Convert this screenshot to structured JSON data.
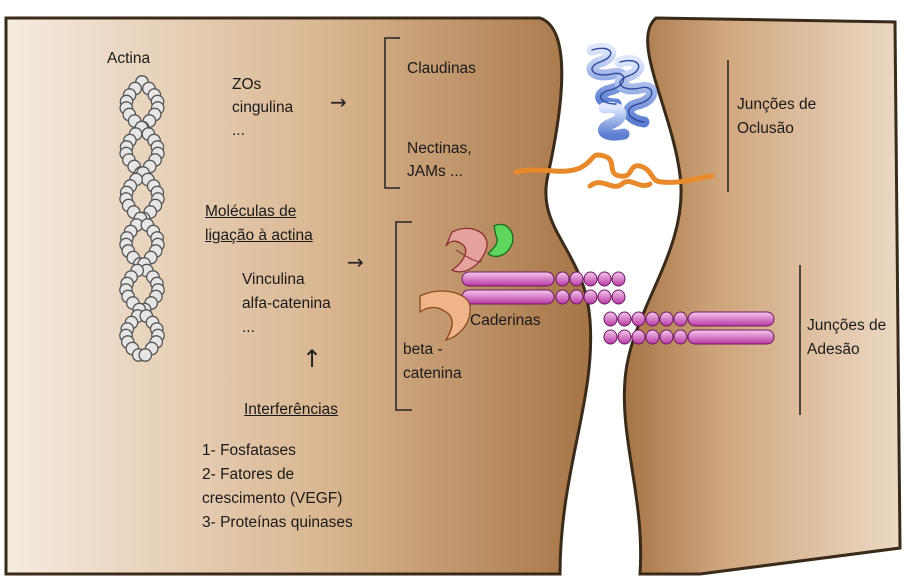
{
  "labels": {
    "actina": "Actina",
    "zos": "ZOs",
    "cingulina": "cingulina",
    "ellipsis1": "...",
    "claudinas": "Claudinas",
    "nectinas": "Nectinas,",
    "jams": "JAMs ...",
    "juncoes_oclusao_1": "Junções de",
    "juncoes_oclusao_2": "Oclusão",
    "moleculas_1": "Moléculas de",
    "moleculas_2": "ligação à actina",
    "vinculina": "Vinculina",
    "alfa_catenina": "alfa-catenina",
    "ellipsis2": "...",
    "caderinas": "Caderinas",
    "beta_1": "beta -",
    "beta_2": "catenina",
    "juncoes_adesao_1": "Junções de",
    "juncoes_adesao_2": "Adesão",
    "interferencias": "Interferências",
    "list_1": "1- Fosfatases",
    "list_2": "2- Fatores de",
    "list_3": "crescimento (VEGF)",
    "list_4": "3- Proteínas quinases"
  },
  "arrows": {
    "right": "→",
    "up": "↑"
  },
  "colors": {
    "cell_brown": "#b98a5f",
    "cell_light": "#f3e6d8",
    "claudin_blue": "#6f8fd8",
    "nectin_orange": "#e88a2c",
    "cadherin_magenta": "#c43fb0",
    "catenin_pink": "#e06a6a",
    "catenin_green": "#3bbf3b",
    "catenin_orange": "#e8935a"
  }
}
